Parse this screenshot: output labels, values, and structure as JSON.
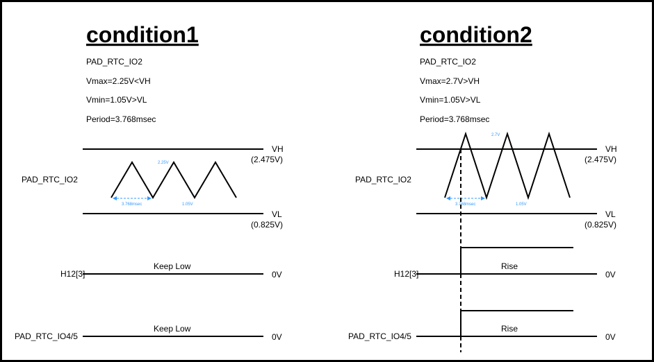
{
  "conditions": [
    {
      "title": "condition1",
      "signal": "PAD_RTC_IO2",
      "vmax": "Vmax=2.25V<VH",
      "vmin": "Vmin=1.05V>VL",
      "period": "Period=3.768msec",
      "vh": "VH",
      "vh_val": "(2.475V)",
      "vl": "VL",
      "vl_val": "(0.825V)",
      "peak_label": "2.25V",
      "trough_label": "1.05V",
      "period_label": "3.768msec",
      "wave_label": "PAD_RTC_IO2",
      "h12": "H12[3]",
      "io45": "PAD_RTC_IO4/5",
      "h12_state": "Keep Low",
      "io45_state": "Keep Low",
      "zero": "0V"
    },
    {
      "title": "condition2",
      "signal": "PAD_RTC_IO2",
      "vmax": "Vmax=2.7V>VH",
      "vmin": "Vmin=1.05V>VL",
      "period": "Period=3.768msec",
      "vh": "VH",
      "vh_val": "(2.475V)",
      "vl": "VL",
      "vl_val": "(0.825V)",
      "peak_label": "2.7V",
      "trough_label": "1.05V",
      "period_label": "3.768msec",
      "wave_label": "PAD_RTC_IO2",
      "h12": "H12[3]",
      "io45": "PAD_RTC_IO4/5",
      "h12_state": "Rise",
      "io45_state": "Rise",
      "zero": "0V"
    }
  ],
  "colors": {
    "annotation": "#3399ff"
  }
}
